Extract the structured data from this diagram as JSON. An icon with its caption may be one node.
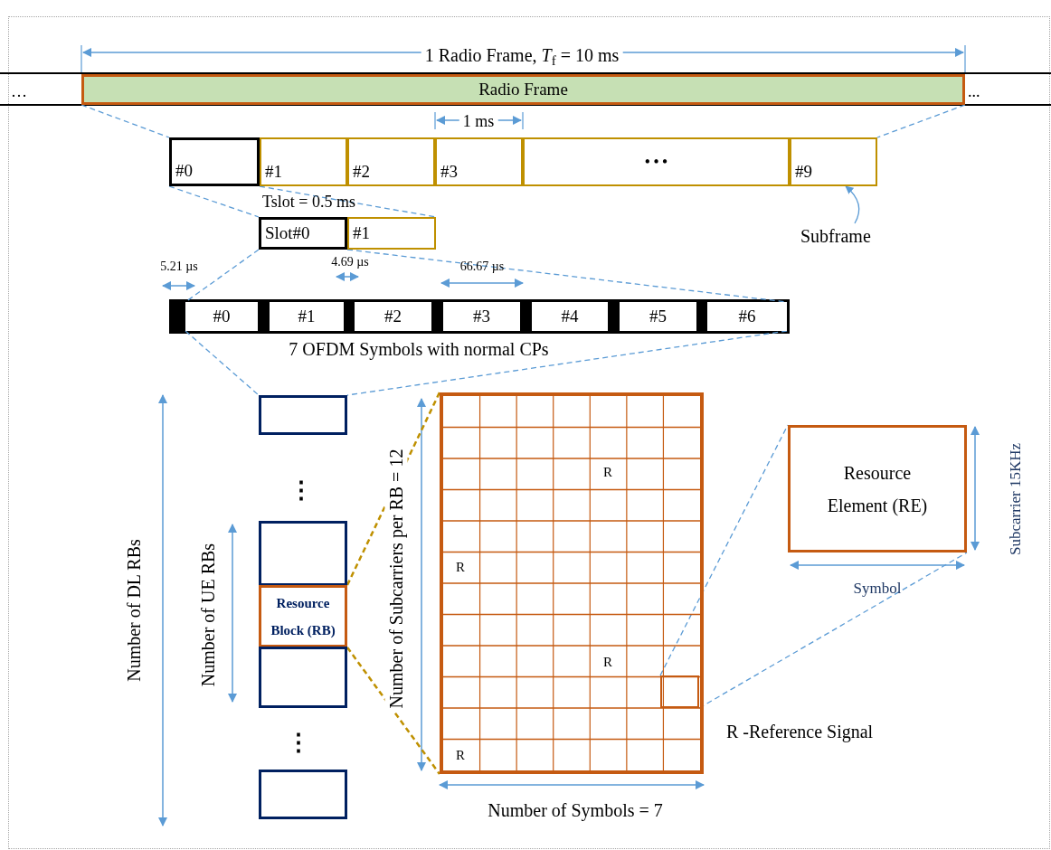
{
  "diagram": {
    "nodes": [
      {
        "text": [
          "Radio Frame"
        ]
      },
      {
        "text": [
          "#0"
        ]
      },
      {
        "text": [
          "#1"
        ]
      },
      {
        "text": [
          "#2"
        ]
      },
      {
        "text": [
          "#3"
        ]
      },
      {
        "text": [
          "• • •"
        ]
      },
      {
        "text": [
          "#9"
        ]
      },
      {
        "text": [
          "Subframe"
        ]
      },
      {
        "text": [
          "Slot#0"
        ]
      },
      {
        "text": [
          "#1"
        ]
      },
      {
        "text": [
          "#0"
        ]
      },
      {
        "text": [
          "#1"
        ]
      },
      {
        "text": [
          "#2"
        ]
      },
      {
        "text": [
          "#3"
        ]
      },
      {
        "text": [
          "#4"
        ]
      },
      {
        "text": [
          "#5"
        ]
      },
      {
        "text": [
          "#6"
        ]
      },
      {
        "text": [],
        "shape": "box"
      },
      {
        "text": [],
        "shape": "box"
      },
      {
        "text": [
          "Resource Block (RB)"
        ]
      },
      {
        "text": [],
        "shape": "box"
      },
      {
        "text": [],
        "shape": "box"
      },
      {
        "text": [],
        "shape": "box"
      },
      {
        "text": [],
        "shape": "box",
        "in": 22
      },
      {
        "text": [
          "Resource Element (RE)"
        ]
      }
    ],
    "edges": [
      {
        "from": 0,
        "to": 1,
        "arrow": "none",
        "style": "dashed"
      },
      {
        "from": 0,
        "to": 6,
        "arrow": "none",
        "style": "dashed"
      },
      {
        "from": 1,
        "to": 8,
        "arrow": "none",
        "style": "dashed"
      },
      {
        "from": 1,
        "to": 9,
        "arrow": "none",
        "style": "dashed"
      },
      {
        "from": 8,
        "to": 10,
        "arrow": "none",
        "style": "dashed"
      },
      {
        "from": 8,
        "to": 16,
        "arrow": "none",
        "style": "dashed"
      },
      {
        "from": 10,
        "to": 17,
        "arrow": "none",
        "style": "dashed"
      },
      {
        "from": 16,
        "to": 17,
        "arrow": "none",
        "style": "dashed"
      },
      {
        "from": 19,
        "to": 22,
        "arrow": "none",
        "style": "dashed",
        "color": "#bf9000"
      },
      {
        "from": 19,
        "to": 22,
        "arrow": "none",
        "style": "dashed",
        "color": "#bf9000"
      },
      {
        "from": 23,
        "to": 24,
        "arrow": "none",
        "style": "dashed"
      },
      {
        "from": 23,
        "to": 24,
        "arrow": "none",
        "style": "dashed"
      },
      {
        "from": 7,
        "to": 6,
        "arrow": "to"
      }
    ],
    "labels": [
      "1 Radio Frame, *T*$_{f}$ = 10 ms",
      "…",
      "...",
      "1 ms",
      "Tslot = 0.5 ms",
      "5.21 µs",
      "4.69 µs",
      "66.67 µs",
      "7 OFDM Symbols with normal CPs",
      "⋮",
      "Number of Subcarriers per RB = 12",
      "R",
      "R",
      "R",
      "R",
      "Number of DL RBs",
      "Number of UE RBs",
      "Subcarrier 15KHz",
      "Symbol",
      "R -Reference Signal",
      "⋮",
      "Number of Symbols = 7"
    ]
  }
}
